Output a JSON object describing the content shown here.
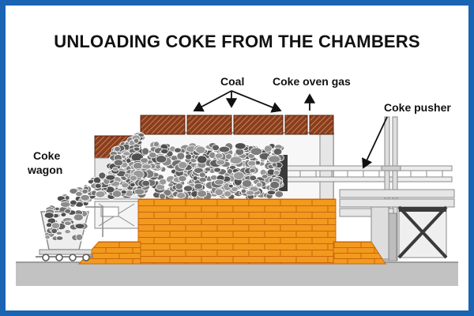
{
  "title": "UNLOADING COKE FROM THE CHAMBERS",
  "labels": {
    "coal": "Coal",
    "coke_oven_gas": "Coke oven gas",
    "coke_pusher": "Coke pusher",
    "coke_wagon_line1": "Coke",
    "coke_wagon_line2": "wagon"
  },
  "colors": {
    "frame": "#1a64b4",
    "brick": "#f29a1e",
    "brick_mortar": "#c9650c",
    "coal_brown": "#8a3d1f",
    "coke_gray": "#8a8a8a",
    "ground": "#c2c2c2"
  }
}
